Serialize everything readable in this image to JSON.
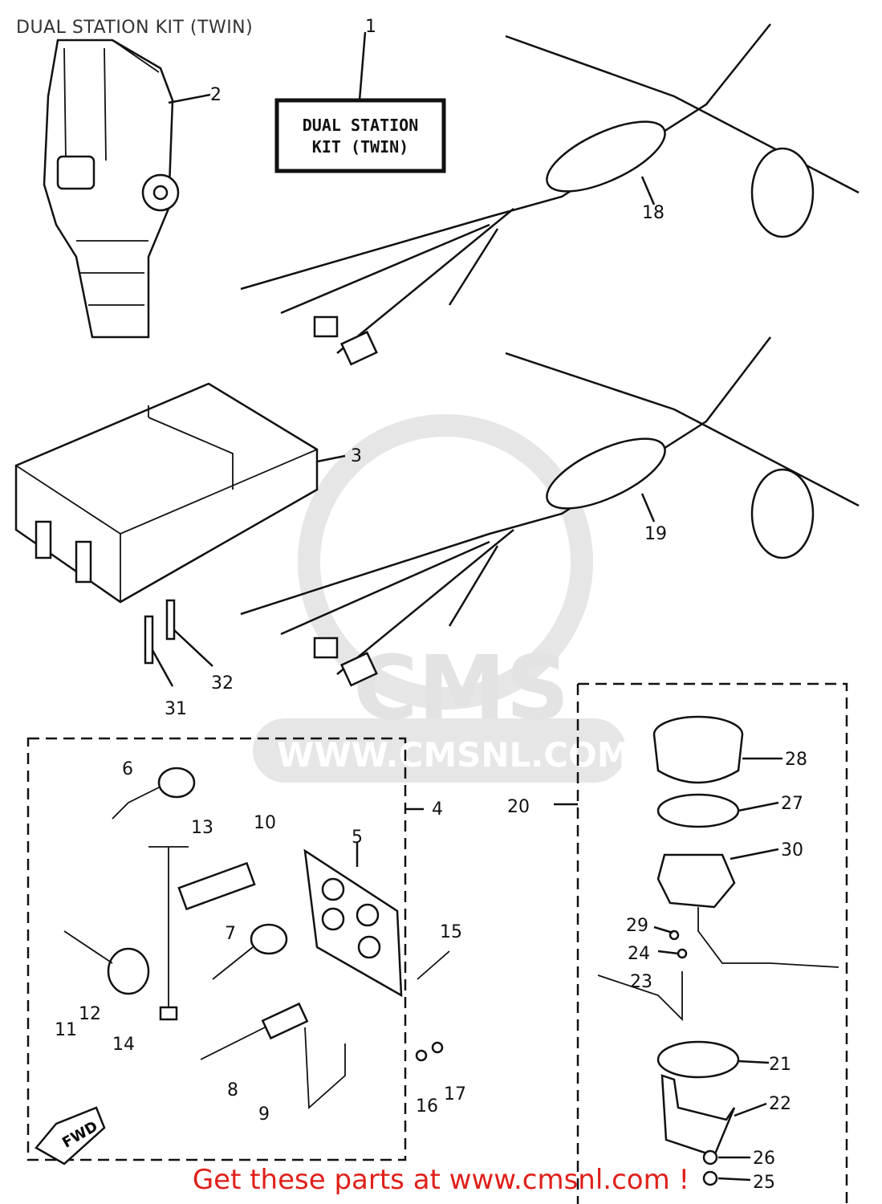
{
  "page_title": "DUAL STATION KIT (TWIN)",
  "label_plate_text": [
    "DUAL STATION",
    "KIT (TWIN)"
  ],
  "watermark": {
    "brand": "CMS",
    "url": "WWW.CMSNL.COM"
  },
  "callouts": [
    "1",
    "2",
    "3",
    "4",
    "5",
    "6",
    "7",
    "8",
    "9",
    "10",
    "11",
    "12",
    "13",
    "14",
    "15",
    "16",
    "17",
    "18",
    "19",
    "20",
    "21",
    "22",
    "23",
    "24",
    "25",
    "26",
    "27",
    "28",
    "29",
    "30",
    "31",
    "32"
  ],
  "promo_text": "Get these parts at www.cmsnl.com !",
  "fwd_text": "FWD",
  "colors": {
    "promo": "#e0201a",
    "title": "#333333",
    "watermark": "#e3e3e3"
  }
}
